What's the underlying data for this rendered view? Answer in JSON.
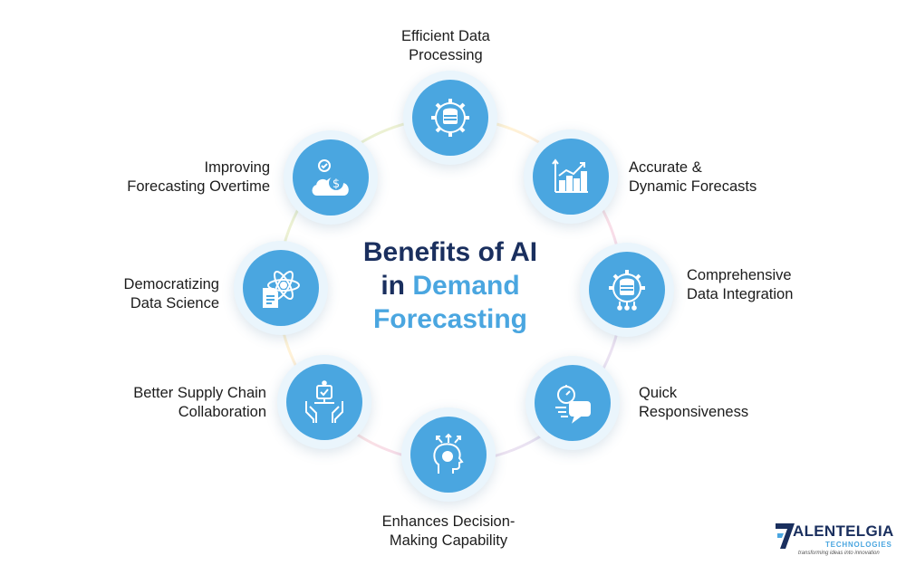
{
  "center_title": {
    "line1": "Benefits of AI",
    "line2_prefix": "in",
    "line2_highlight": "Demand",
    "line3": "Forecasting"
  },
  "benefits": [
    {
      "line1": "Efficient Data",
      "line2": "Processing",
      "icon": "gear-database-icon"
    },
    {
      "line1": "Accurate &",
      "line2": "Dynamic Forecasts",
      "icon": "growth-chart-icon"
    },
    {
      "line1": "Comprehensive",
      "line2": "Data Integration",
      "icon": "database-gear-icon"
    },
    {
      "line1": "Quick",
      "line2": "Responsiveness",
      "icon": "fast-chat-icon"
    },
    {
      "line1": "Enhances Decision-",
      "line2": "Making Capability",
      "icon": "head-arrows-icon"
    },
    {
      "line1": "Better Supply Chain",
      "line2": "Collaboration",
      "icon": "hands-collaboration-icon"
    },
    {
      "line1": "Democratizing",
      "line2": "Data Science",
      "icon": "atom-document-icon"
    },
    {
      "line1": "Improving",
      "line2": "Forecasting Overtime",
      "icon": "money-cloud-icon"
    }
  ],
  "logo": {
    "mark": "7",
    "name": "ALENTELGIA",
    "sub": "TECHNOLOGIES",
    "tagline": "transforming ideas into innovation"
  },
  "colors": {
    "accent": "#4aa6e0",
    "title_dark": "#1a2f5e",
    "node_halo": "#eaf5fc"
  }
}
